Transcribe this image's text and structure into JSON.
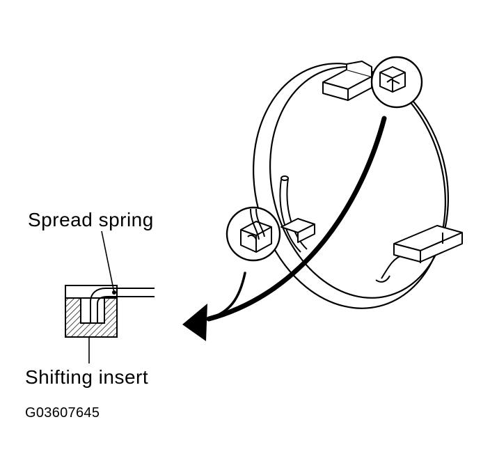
{
  "labels": {
    "spread_spring": "Spread spring",
    "shifting_insert": "Shifting insert"
  },
  "figure_code": "G03607645",
  "colors": {
    "ink": "#000000",
    "paper": "#ffffff"
  }
}
